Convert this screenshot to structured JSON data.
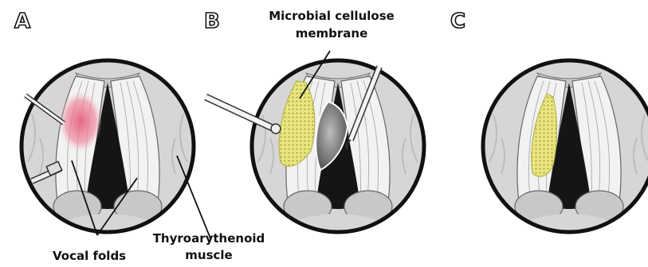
{
  "panels": [
    {
      "letter": "A"
    },
    {
      "letter": "B"
    },
    {
      "letter": "C"
    }
  ],
  "labels": {
    "membrane_line1": "Microbial cellulose",
    "membrane_line2": "membrane",
    "vocal_folds": "Vocal folds",
    "muscle_line1": "Thyroarythenoid",
    "muscle_line2": "muscle"
  },
  "colors": {
    "background": "#ffffff",
    "tissue": "#d9d9d9",
    "fold": "#f4f4f4",
    "glottis": "#111111",
    "membrane": "#e6e27a",
    "lesion": "#e9788e"
  }
}
